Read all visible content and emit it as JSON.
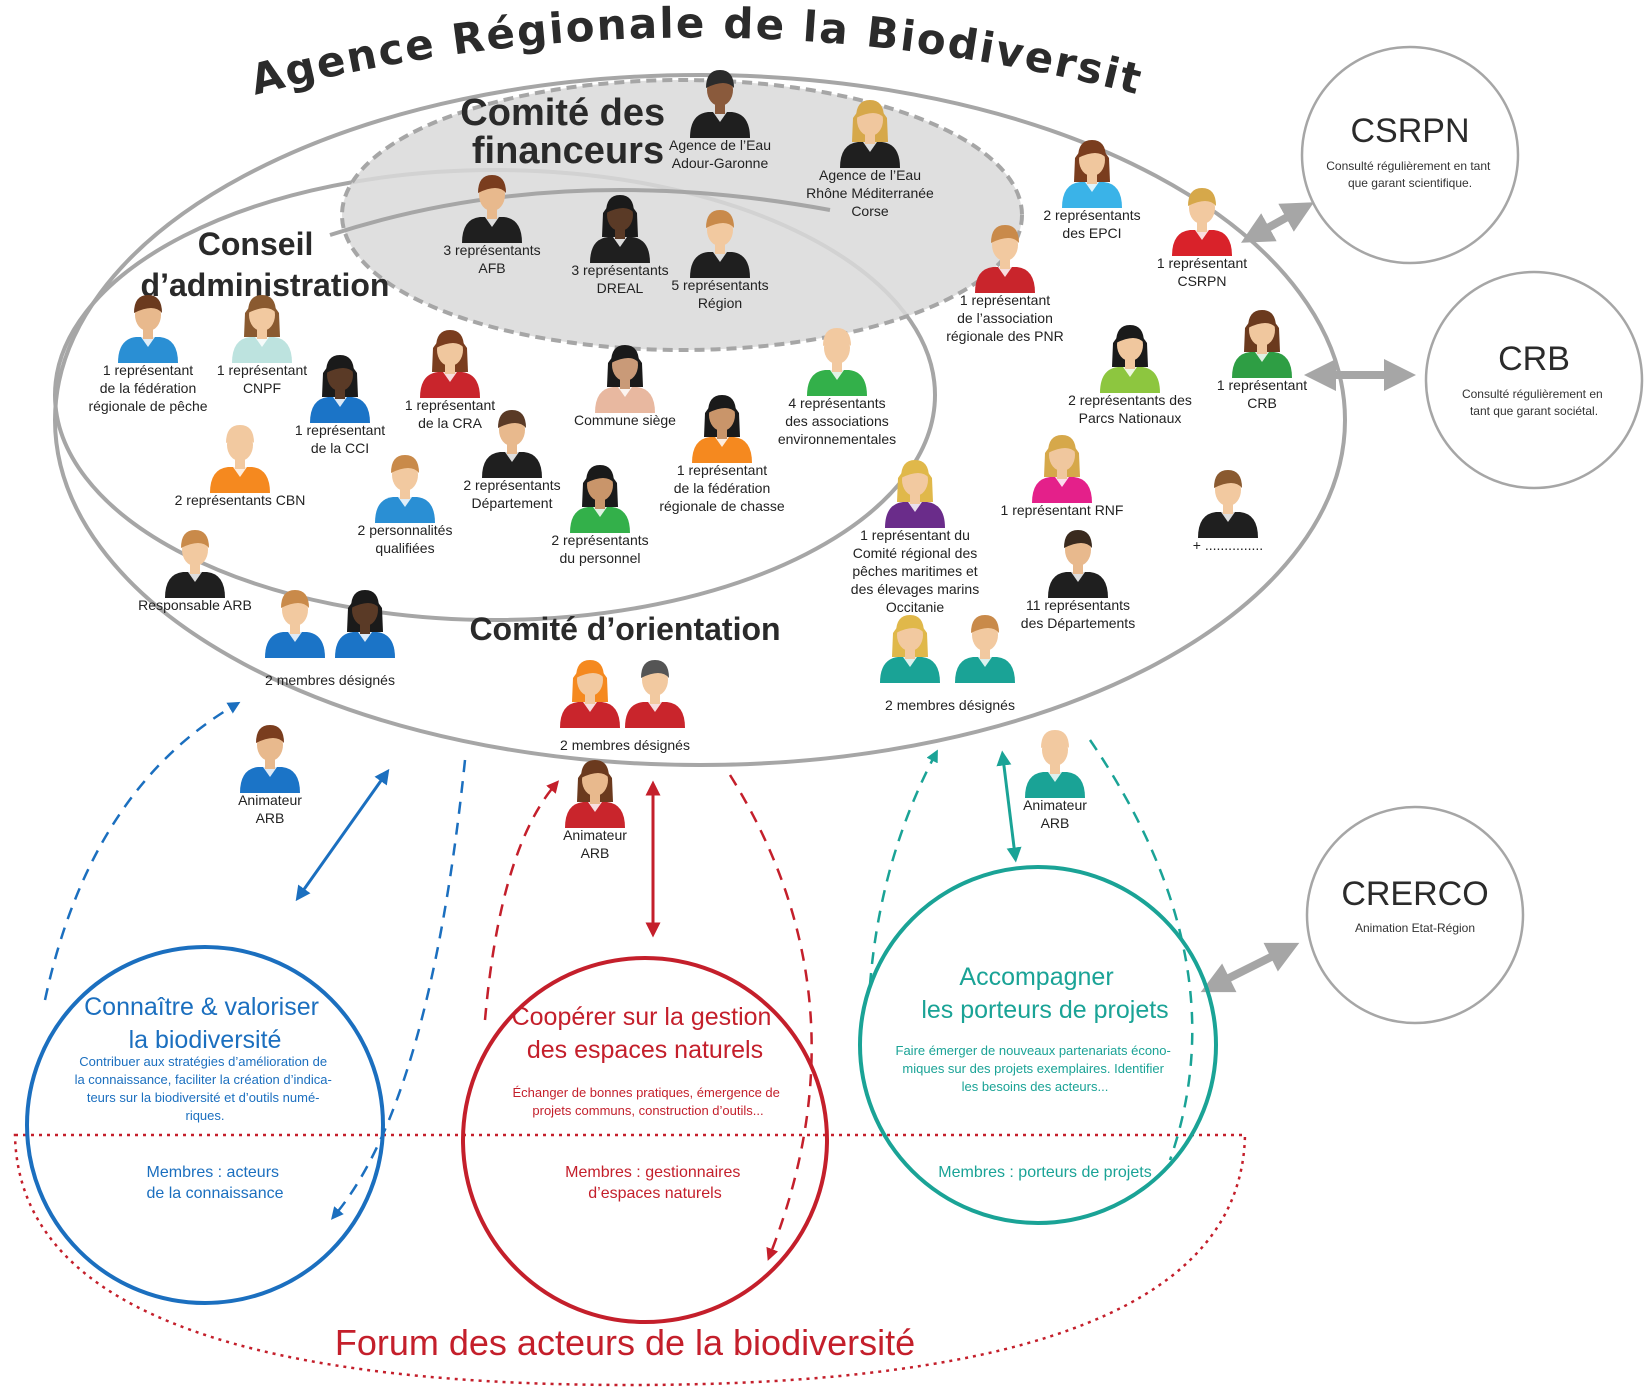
{
  "title": "Agence Régionale de la Biodiversité",
  "sections": {
    "financeurs": [
      "Comité des",
      "financeurs"
    ],
    "conseil": [
      "Conseil",
      "d’administration"
    ],
    "orientation": "Comité d’orientation"
  },
  "people": [
    {
      "id": "p-eau-ag",
      "label": [
        "Agence de l’Eau",
        "Adour-Garonne"
      ],
      "skin": "#8a5a3c",
      "hair": "#2b2b2b",
      "shirt": "#1f1f1f",
      "long": false
    },
    {
      "id": "p-eau-rmc",
      "label": [
        "Agence de l’Eau",
        "Rhône Méditerranée",
        "Corse"
      ],
      "skin": "#f0c79e",
      "hair": "#d6a84a",
      "shirt": "#1f1f1f",
      "long": true
    },
    {
      "id": "p-afb",
      "label": [
        "3 représentants",
        "AFB"
      ],
      "skin": "#e8b98d",
      "hair": "#7a3d1e",
      "shirt": "#1f1f1f",
      "long": false
    },
    {
      "id": "p-dreal",
      "label": [
        "3 représentants",
        "DREAL"
      ],
      "skin": "#5a3a26",
      "hair": "#1a1a1a",
      "shirt": "#1f1f1f",
      "long": true
    },
    {
      "id": "p-region",
      "label": [
        "5 représentants",
        "Région"
      ],
      "skin": "#f2c9a0",
      "hair": "#c98a4a",
      "shirt": "#1f1f1f",
      "long": false
    },
    {
      "id": "p-peche",
      "label": [
        "1 représentant",
        "de la fédération",
        "régionale de pêche"
      ],
      "skin": "#e8b98d",
      "hair": "#6b3a1e",
      "shirt": "#2a8fd4",
      "long": false
    },
    {
      "id": "p-cnpf",
      "label": [
        "1 représentant",
        "CNPF"
      ],
      "skin": "#f2c9a0",
      "hair": "#8a5a30",
      "shirt": "#bde3df",
      "long": true
    },
    {
      "id": "p-cci",
      "label": [
        "1 représentant",
        "de la CCI"
      ],
      "skin": "#5a3a26",
      "hair": "#1a1a1a",
      "shirt": "#1b74c7",
      "long": true
    },
    {
      "id": "p-cra",
      "label": [
        "1 représentant",
        "de la CRA"
      ],
      "skin": "#f0c79e",
      "hair": "#7a3d1e",
      "shirt": "#c9252c",
      "long": true
    },
    {
      "id": "p-commune",
      "label": [
        "Commune siège"
      ],
      "skin": "#c99a78",
      "hair": "#1a1a1a",
      "shirt": "#e8b8a0",
      "long": true
    },
    {
      "id": "p-assoc",
      "label": [
        "4 représentants",
        "des associations",
        "environnementales"
      ],
      "skin": "#f2c9a0",
      "hair": "#f2c9a0",
      "shirt": "#33b04a",
      "long": false
    },
    {
      "id": "p-cbn",
      "label": [
        "2 représentants CBN"
      ],
      "skin": "#f2c9a0",
      "hair": "#f2c9a0",
      "shirt": "#f5891f",
      "long": false
    },
    {
      "id": "p-dep",
      "label": [
        "2 représentants",
        "Département"
      ],
      "skin": "#e8b98d",
      "hair": "#5a3a26",
      "shirt": "#1f1f1f",
      "long": false
    },
    {
      "id": "p-chasse",
      "label": [
        "1 représentant",
        "de la fédération",
        "régionale de chasse"
      ],
      "skin": "#c9956a",
      "hair": "#1a1a1a",
      "shirt": "#f5891f",
      "long": true
    },
    {
      "id": "p-quali",
      "label": [
        "2 personnalités",
        "qualifiées"
      ],
      "skin": "#f2c9a0",
      "hair": "#c98a4a",
      "shirt": "#2a8fd4",
      "long": false
    },
    {
      "id": "p-perso",
      "label": [
        "2 représentants",
        "du personnel"
      ],
      "skin": "#c9956a",
      "hair": "#1a1a1a",
      "shirt": "#33b04a",
      "long": true
    },
    {
      "id": "p-resp",
      "label": [
        "Responsable ARB"
      ],
      "skin": "#f2c9a0",
      "hair": "#c98a4a",
      "shirt": "#1f1f1f",
      "long": false
    },
    {
      "id": "p-epci",
      "label": [
        "2 représentants",
        "des EPCI"
      ],
      "skin": "#f0c79e",
      "hair": "#7a3d1e",
      "shirt": "#3ab3e8",
      "long": true
    },
    {
      "id": "p-csrpn",
      "label": [
        "1 représentant",
        "CSRPN"
      ],
      "skin": "#f2c9a0",
      "hair": "#d6a84a",
      "shirt": "#d9222a",
      "long": false
    },
    {
      "id": "p-pnr",
      "label": [
        "1 représentant",
        "de l’association",
        "régionale des PNR"
      ],
      "skin": "#f2c9a0",
      "hair": "#c98a4a",
      "shirt": "#c9252c",
      "long": false
    },
    {
      "id": "p-parcs",
      "label": [
        "2 représentants des",
        "Parcs Nationaux"
      ],
      "skin": "#f0c79e",
      "hair": "#1a1a1a",
      "shirt": "#8dc63f",
      "long": true
    },
    {
      "id": "p-crb",
      "label": [
        "1 représentant",
        "CRB"
      ],
      "skin": "#f0c79e",
      "hair": "#6b3a1e",
      "shirt": "#2e9e44",
      "long": true
    },
    {
      "id": "p-peches-mar",
      "label": [
        "1 représentant du",
        "Comité régional des",
        "pêches maritimes et",
        "des élevages marins",
        "Occitanie"
      ],
      "skin": "#f2c9a0",
      "hair": "#e0b84a",
      "shirt": "#6a2c8a",
      "long": true
    },
    {
      "id": "p-rnf",
      "label": [
        "1 représentant RNF"
      ],
      "skin": "#f0c79e",
      "hair": "#d6a84a",
      "shirt": "#e4208a",
      "long": true
    },
    {
      "id": "p-plus",
      "label": [
        "+ ..............."
      ],
      "skin": "#f2c9a0",
      "hair": "#8a5a30",
      "shirt": "#1f1f1f",
      "long": false
    },
    {
      "id": "p-depts",
      "label": [
        "11 représentants",
        "des Départements"
      ],
      "skin": "#e8b98d",
      "hair": "#3a2a1e",
      "shirt": "#1f1f1f",
      "long": false
    },
    {
      "id": "p-anim-blue",
      "label": [
        "Animateur",
        "ARB"
      ],
      "skin": "#e8b98d",
      "hair": "#7a3d1e",
      "shirt": "#1b74c7",
      "long": false
    },
    {
      "id": "p-anim-red",
      "label": [
        "Animateur",
        "ARB"
      ],
      "skin": "#e8b98d",
      "hair": "#6b3a1e",
      "shirt": "#c9252c",
      "long": true
    },
    {
      "id": "p-anim-teal",
      "label": [
        "Animateur",
        "ARB"
      ],
      "skin": "#f2c9a0",
      "hair": "#f2c9a0",
      "shirt": "#1aa396",
      "long": false
    }
  ],
  "groups": [
    {
      "id": "g-blue",
      "label": "2 membres désignés"
    },
    {
      "id": "g-red",
      "label": "2 membres désignés"
    },
    {
      "id": "g-teal",
      "label": "2 membres désignés"
    }
  ],
  "external": [
    {
      "id": "csrpn",
      "title": "CSRPN",
      "desc": [
        "Consulté régulièrement en tant",
        "que garant scientifique."
      ]
    },
    {
      "id": "crb",
      "title": "CRB",
      "desc": [
        "Consulté régulièrement en",
        "tant que garant sociétal."
      ]
    },
    {
      "id": "crerco",
      "title": "CRERCO",
      "desc": [
        "Animation Etat-Région"
      ]
    }
  ],
  "circles": [
    {
      "id": "connaitre",
      "color": "#1b6fbf",
      "title": [
        "Connaître & valoriser",
        "la biodiversité"
      ],
      "desc": [
        "Contribuer aux stratégies d’amélioration de",
        "la connaissance, faciliter la création d’indica-",
        "teurs sur la biodiversité et d’outils numé-",
        "riques."
      ],
      "members": [
        "Membres : acteurs",
        "de la connaissance"
      ]
    },
    {
      "id": "cooperer",
      "color": "#c41f2b",
      "title": [
        "Coopérer sur la gestion",
        "des espaces naturels"
      ],
      "desc": [
        "Échanger de bonnes pratiques, émergence de",
        "projets communs, construction d’outils..."
      ],
      "members": [
        "Membres : gestionnaires",
        "d’espaces naturels"
      ]
    },
    {
      "id": "accompagner",
      "color": "#1aa396",
      "title": [
        "Accompagner",
        "les porteurs de projets"
      ],
      "desc": [
        "Faire émerger de nouveaux partenariats écono-",
        "miques sur des projets exemplaires. Identifier",
        "les besoins des acteurs..."
      ],
      "members": [
        "Membres : porteurs de projets"
      ]
    }
  ],
  "forum": "Forum des acteurs de la biodiversité",
  "colors": {
    "grey": "#a6a6a6",
    "blue": "#1b6fbf",
    "red": "#c41f2b",
    "teal": "#1aa396",
    "forum": "#c41f2b"
  }
}
